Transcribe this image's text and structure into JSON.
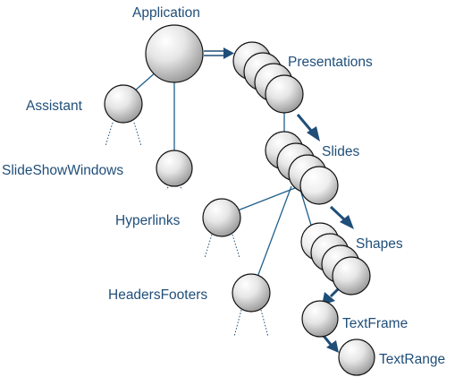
{
  "diagram": {
    "labels": {
      "application": "Application",
      "presentations": "Presentations",
      "assistant": "Assistant",
      "slideshowwindows": "SlideShowWindows",
      "slides": "Slides",
      "hyperlinks": "Hyperlinks",
      "shapes": "Shapes",
      "headersfooters": "HeadersFooters",
      "textframe": "TextFrame",
      "textrange": "TextRange"
    },
    "colors": {
      "label": "#1f4e79",
      "line": "#1f5f8b",
      "arrow": "#1f4e79",
      "node_stroke": "#111111"
    }
  }
}
